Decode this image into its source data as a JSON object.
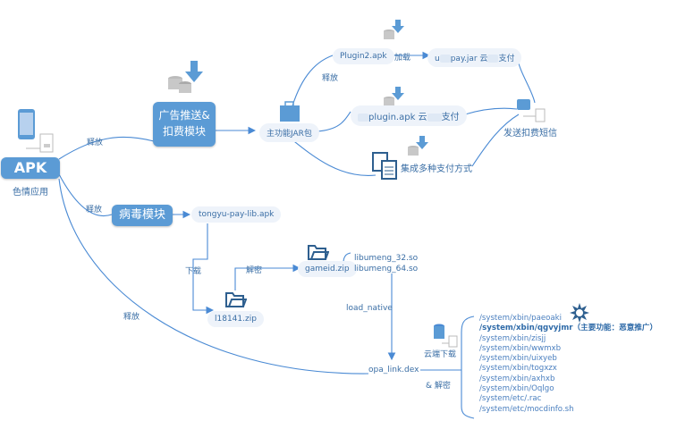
{
  "colors": {
    "accent": "#5b9bd5",
    "line": "#4a8ad4",
    "text": "#3a6ea5"
  },
  "nodes": {
    "apk": {
      "title": "APK",
      "subtitle": "色情应用"
    },
    "ad_module": {
      "line1": "广告推送&",
      "line2": "扣费模块"
    },
    "virus_module": "病毒模块",
    "main_jar": "主功能JAR包",
    "plugin2": "Plugin2.apk",
    "upay_jar": {
      "prefix": "u",
      "middle": "pay.jar 云",
      "suffix": "支付"
    },
    "plugin_apk": {
      "middle": "plugin.apk 云",
      "suffix": "支付"
    },
    "multi_pay": "集成多种支付方式",
    "send_sms": "发送扣费短信",
    "tongyu": "tongyu-pay-lib.apk",
    "zip1": "l18141.zip",
    "gameid": "gameid.zip",
    "libs": [
      "libumeng_32.so",
      "libumeng_64.so"
    ],
    "opa": "opa_link.dex"
  },
  "edge_labels": {
    "release1": "释放",
    "release2": "释放",
    "release3": "释放",
    "release4": "释放",
    "load": "加载",
    "download": "下载",
    "decrypt": "解密",
    "load_native": "load_native",
    "cloud_download": "云端下载",
    "and_decrypt": "& 解密"
  },
  "paths": [
    {
      "text": "/system/xbin/paeoaki",
      "bold": false
    },
    {
      "text": "/system/xbin/qgvyjmr（主要功能：恶意推广）",
      "bold": true
    },
    {
      "text": "/system/xbin/zisjj",
      "bold": false
    },
    {
      "text": "/system/xbin/wwmxb",
      "bold": false
    },
    {
      "text": "/system/xbin/uixyeb",
      "bold": false
    },
    {
      "text": "/system/xbin/togxzx",
      "bold": false
    },
    {
      "text": "/system/xbin/axhxb",
      "bold": false
    },
    {
      "text": "/system/xbin/Oqlgo",
      "bold": false
    },
    {
      "text": "/system/etc/.rac",
      "bold": false
    },
    {
      "text": "/system/etc/mocdinfo.sh",
      "bold": false
    }
  ],
  "icons": [
    "phone-icon",
    "database-download-icon",
    "briefcase-icon",
    "documents-icon",
    "folder-icon",
    "star-burst-icon",
    "database-icon",
    "sms-icon"
  ]
}
